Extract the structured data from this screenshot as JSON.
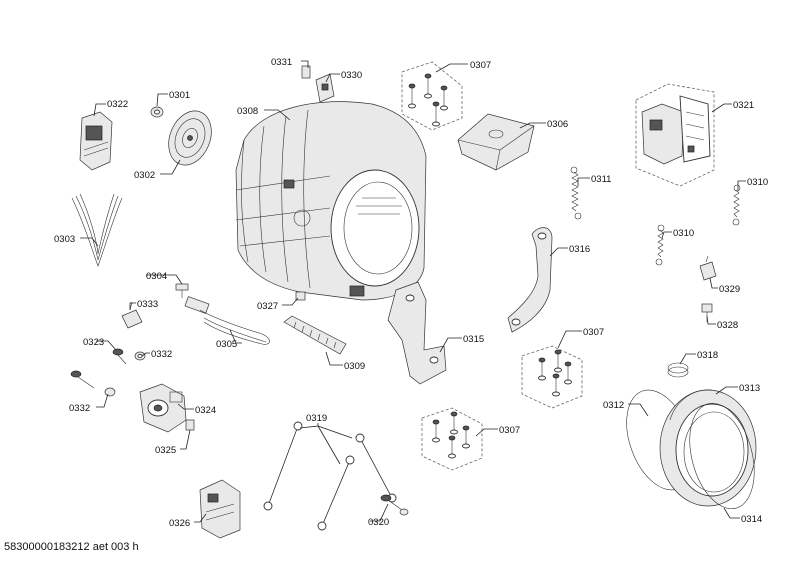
{
  "labels": {
    "p0331": "0331",
    "p0330": "0330",
    "p0307a": "0307",
    "p0322": "0322",
    "p0301": "0301",
    "p0308": "0308",
    "p0306": "0306",
    "p0321": "0321",
    "p0302": "0302",
    "p0311": "0311",
    "p0310a": "0310",
    "p0303": "0303",
    "p0310b": "0310",
    "p0316": "0316",
    "p0304": "0304",
    "p0329": "0329",
    "p0333": "0333",
    "p0327": "0327",
    "p0328": "0328",
    "p0305": "0305",
    "p0315": "0315",
    "p0307b": "0307",
    "p0323": "0323",
    "p0332a": "0332",
    "p0309": "0309",
    "p0318": "0318",
    "p0313": "0313",
    "p0332b": "0332",
    "p0324": "0324",
    "p0312": "0312",
    "p0319": "0319",
    "p0307c": "0307",
    "p0325": "0325",
    "p0326": "0326",
    "p0320": "0320",
    "p0314": "0314"
  },
  "footer": "58300000183212 aet 003 h"
}
